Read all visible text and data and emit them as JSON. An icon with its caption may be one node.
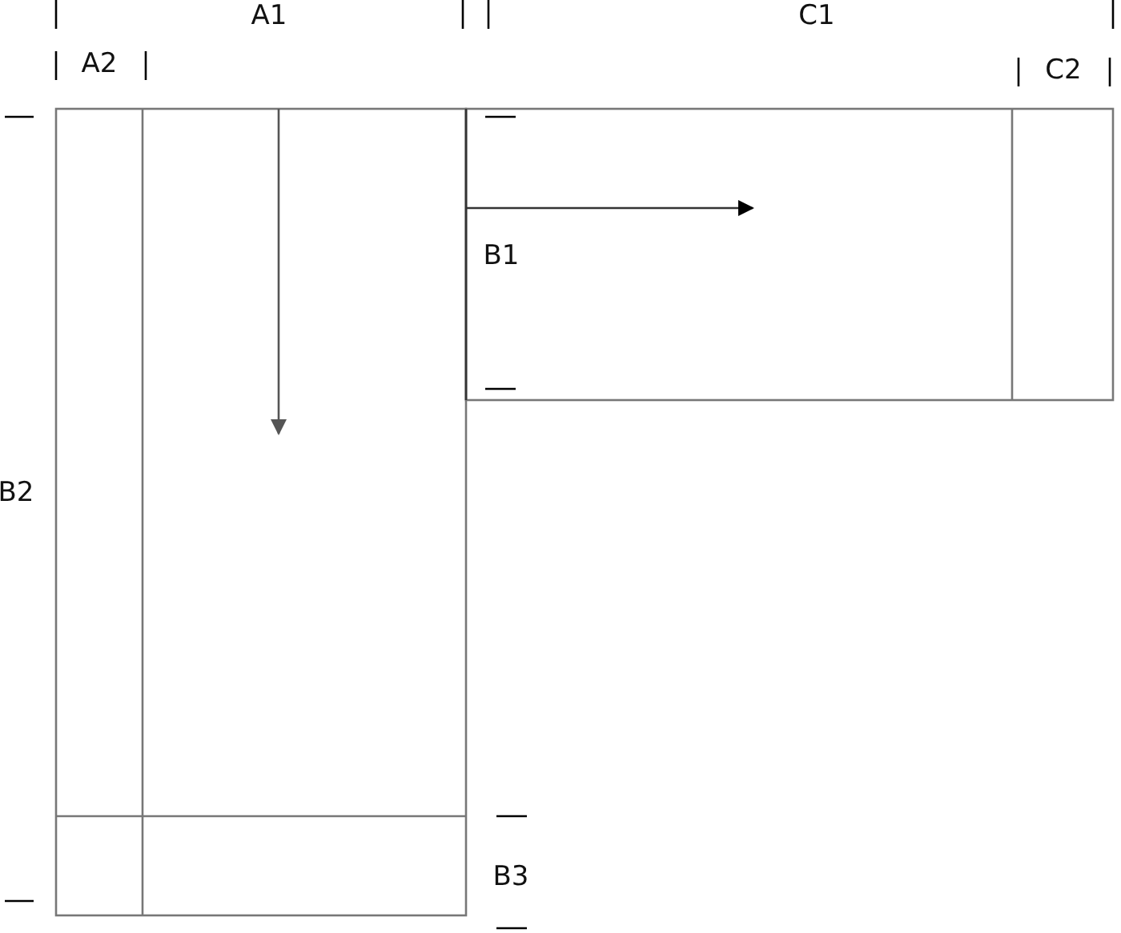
{
  "diagram": {
    "labels": [
      "A1",
      "C1",
      "A2",
      "C2",
      "B1",
      "B2",
      "B3"
    ]
  }
}
